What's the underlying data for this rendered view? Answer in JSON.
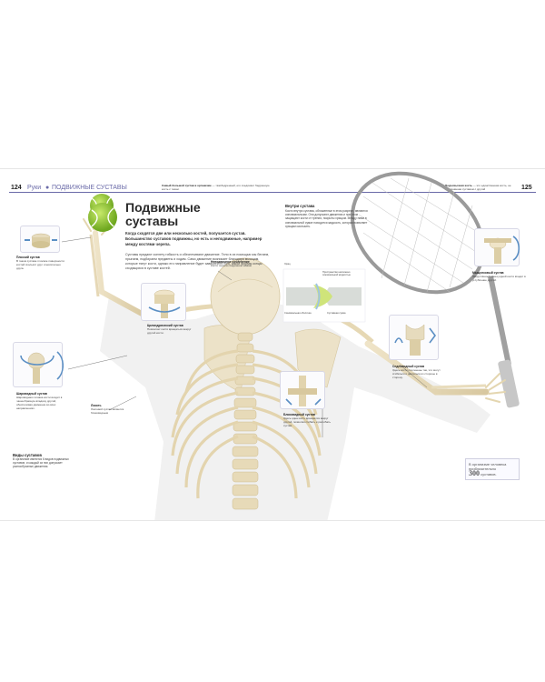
{
  "header": {
    "page_left": "124",
    "chapter": "Руки",
    "section": "ПОДВИЖНЫЕ СУСТАВЫ",
    "left_note_bold": "Самый большой сустав в организме",
    "left_note": "— тазобедренный, его соединяет бедренную кость с тазом.",
    "right_note_bold": "Подъязычная кость",
    "right_note": "— это единственная кость, не соединённая суставом с другой",
    "page_right": "125"
  },
  "title": "Подвижные суставы",
  "intro": "Когда сходятся две или несколько костей, получается сустав. Большинство суставов подвижны, но есть и неподвижные, например между костями черепа.",
  "body": "Суставы придают скелету гибкость и обеспечивают движение. Тело в их помощью мы бегаем, прыгаем, подбираем предметы и ходим. Само движение возникает благодаря мышцам, которые тянут кости, однако его направление будет зависеть от того, какой формы концы сходящихся в суставе костей.",
  "inside": {
    "heading": "Внутри сустава",
    "text": "Кости внутри сустава, обложенные в этом разрезе, являются синовиальными. Они допускают движения и при этом защищают кости от трения, покрыты хрящом. Между ними в синовиальной сумке находится жидкость, которая позволяет хрящам скользить.",
    "label_fluid": "Пространство наполнено синовиальной жидкостью",
    "label_membrane": "Синовиальная оболочка",
    "label_capsule": "Суставная сумка",
    "label_cartilage": "Хрящ"
  },
  "joints": {
    "plane": {
      "name": "Плоский сустав",
      "text": "В таком суставе плоские поверхности костей скользят друг относительно друга."
    },
    "hinge": {
      "name": "Цилиндрический сустав",
      "text": "Позволяет кости вращаться вокруг другой кости."
    },
    "ball": {
      "name": "Шаровидный сустав",
      "text": "Шаровидная головка кости входит в чашеобразную впадину другой, обеспечивая движение во всех направлениях."
    },
    "condyloid": {
      "name": "Седловидный сустав",
      "text": "Здесь кости сочленены так, что могут сгибаться и двигаться из стороны в сторону."
    },
    "pivot": {
      "name": "Блоковидный сустав",
      "text": "Здесь одна кость вращается вокруг другой, позволяя сгибать и разгибать сустав."
    },
    "saddle": {
      "name": "Мыщелковый сустав",
      "text": "Закруглённый конец одной кости входит в углубление другой."
    }
  },
  "skull_label": {
    "name": "Неподвижное сочленение",
    "text": "Кости черепа соединены швами"
  },
  "elbow_label": {
    "name": "Локоть",
    "text": "Локтевой сустав является блоковидным"
  },
  "kinds": {
    "heading": "Виды суставов",
    "text": "В организме имеются 6 видов подвижных суставов, и каждый из них допускает разнообразные движения."
  },
  "stat": {
    "text_before": "В организме человека приблизительно",
    "number": "300",
    "text_after": "суставов."
  },
  "colors": {
    "accent": "#6a6aa8",
    "bone": "#e8dcc0",
    "ball": "#9ccf3a",
    "arrow": "#5b8fc4"
  }
}
